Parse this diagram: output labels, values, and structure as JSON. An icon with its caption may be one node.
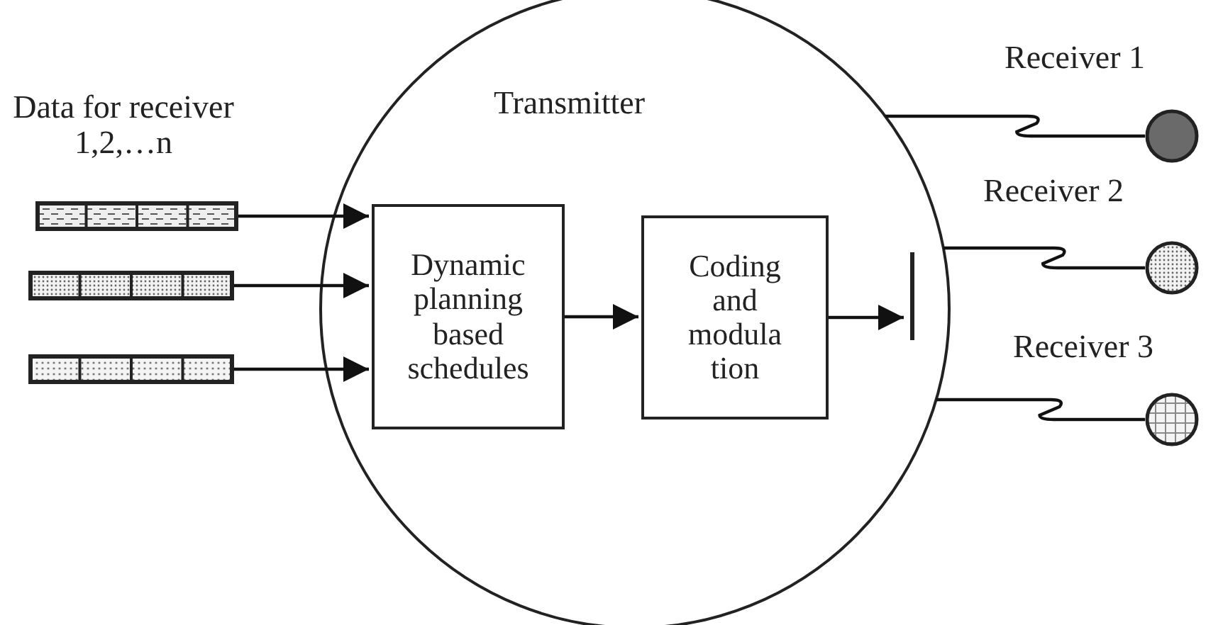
{
  "diagram": {
    "nodes": [
      {
        "text": [
          "Transmitter"
        ]
      },
      {
        "text": [
          "Dynamic planning based schedules"
        ],
        "in": 0
      },
      {
        "text": [
          "Coding and modula tion"
        ],
        "in": 0
      },
      {
        "text": [],
        "shape": "bar",
        "in": 0
      },
      {
        "text": [],
        "shape": "bar"
      },
      {
        "text": [],
        "shape": "bar"
      },
      {
        "text": [],
        "shape": "bar"
      },
      {
        "text": [],
        "shape": "circle",
        "beside": [
          "Receiver 1"
        ]
      },
      {
        "text": [],
        "shape": "circle",
        "beside": [
          "Receiver 2"
        ]
      },
      {
        "text": [],
        "shape": "circle",
        "beside": [
          "Receiver 3"
        ]
      }
    ],
    "edges": [
      {
        "from": 4,
        "to": 1,
        "arrow": "to"
      },
      {
        "from": 5,
        "to": 1,
        "arrow": "to"
      },
      {
        "from": 6,
        "to": 1,
        "arrow": "to"
      },
      {
        "from": 1,
        "to": 2,
        "arrow": "to"
      },
      {
        "from": 2,
        "to": 3,
        "arrow": "to"
      },
      {
        "from": 0,
        "to": 7,
        "arrow": "none"
      },
      {
        "from": 0,
        "to": 8,
        "arrow": "none"
      },
      {
        "from": 0,
        "to": 9,
        "arrow": "none"
      }
    ],
    "labels": [
      "Data for receiver 1,2,…n"
    ]
  }
}
